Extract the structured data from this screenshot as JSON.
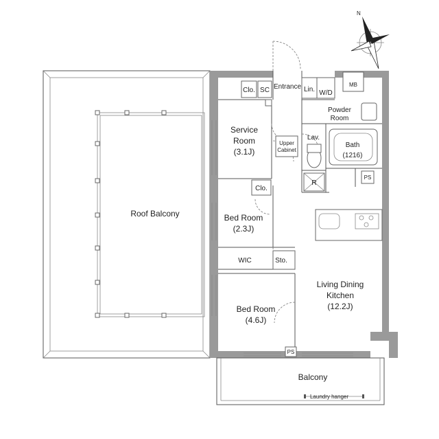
{
  "rooms": {
    "roof_balcony": "Roof Balcony",
    "service_room": [
      "Service",
      "Room",
      "(3.1J)"
    ],
    "bed_room_small": [
      "Bed Room",
      "(2.3J)"
    ],
    "bed_room_large": [
      "Bed Room",
      "(4.6J)"
    ],
    "wic": "WIC",
    "sto": "Sto.",
    "ldk": [
      "Living Dining",
      "Kitchen",
      "(12.2J)"
    ],
    "powder_room": [
      "Powder",
      "Room"
    ],
    "bath": [
      "Bath",
      "(1216)"
    ],
    "lav": "Lav.",
    "upper_cabinet": [
      "Upper",
      "Cabinet"
    ],
    "entrance": "Entrance",
    "balcony": "Balcony"
  },
  "labels": {
    "clo_top": "Clo.",
    "clo_mid": "Clo.",
    "sc": "SC",
    "lin": "Lin.",
    "wd": "W/D",
    "mb": "MB",
    "ps_right": "PS",
    "ps_bottom": "PS",
    "r": "R",
    "laundry_hanger": "Laundry hanger",
    "north": "N"
  }
}
